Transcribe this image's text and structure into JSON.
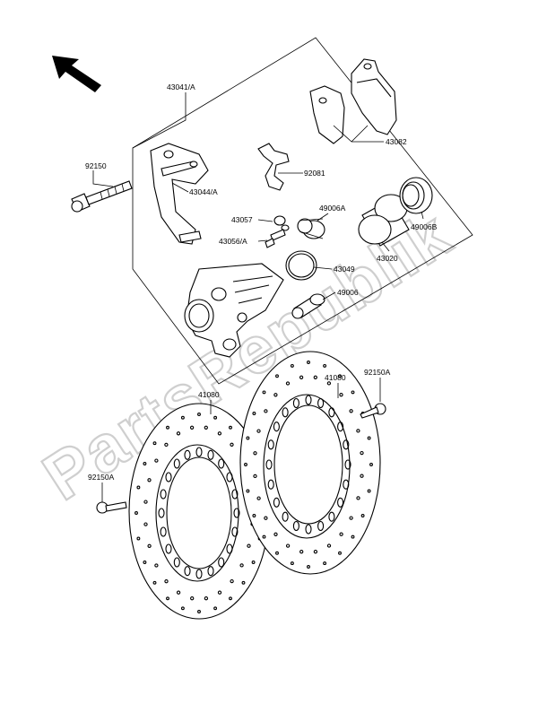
{
  "watermark": "PartsRepublik",
  "labels": {
    "p43041A": "43041/A",
    "p92150": "92150",
    "p43044A": "43044/A",
    "p92081": "92081",
    "p43082": "43082",
    "p43057": "43057",
    "p49006A": "49006A",
    "p43056A": "43056/A",
    "p43049": "43049",
    "p43020": "43020",
    "p49006B": "49006B",
    "p49006": "49006",
    "p41080_left": "41080",
    "p41080_right": "41080",
    "p92150A_left": "92150A",
    "p92150A_right": "92150A"
  }
}
